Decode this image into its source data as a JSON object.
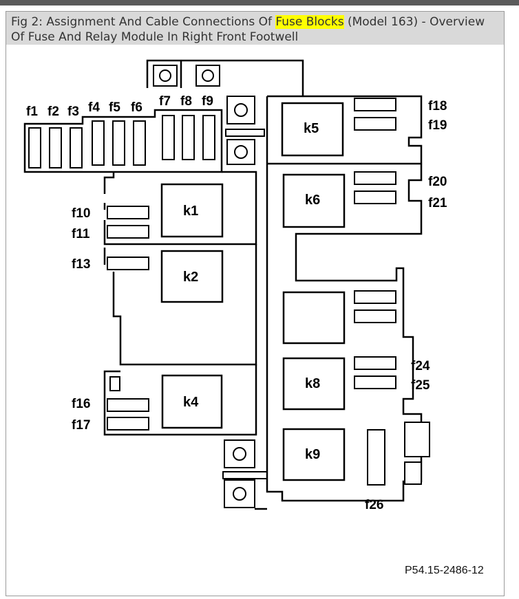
{
  "caption": {
    "before": "Fig 2: Assignment And Cable Connections Of ",
    "highlight": "Fuse Blocks",
    "after": " (Model 163) - Overview Of Fuse And Relay Module In Right Front Footwell"
  },
  "fuse_labels": {
    "f1": "f1",
    "f2": "f2",
    "f3": "f3",
    "f4": "f4",
    "f5": "f5",
    "f6": "f6",
    "f7": "f7",
    "f8": "f8",
    "f9": "f9",
    "f10": "f10",
    "f11": "f11",
    "f13": "f13",
    "f16": "f16",
    "f17": "f17",
    "f18": "f18",
    "f19": "f19",
    "f20": "f20",
    "f21": "f21",
    "f24": "f24",
    "f25": "f25",
    "f26": "f26"
  },
  "relay_labels": {
    "k1": "k1",
    "k2": "k2",
    "k4": "k4",
    "k5": "k5",
    "k6": "k6",
    "k8": "k8",
    "k9": "k9"
  },
  "reference": "P54.15-2486-12",
  "colors": {
    "highlight": "#ffff00",
    "caption_bg": "#d9d9d9",
    "topbar": "#5b5b5b"
  }
}
